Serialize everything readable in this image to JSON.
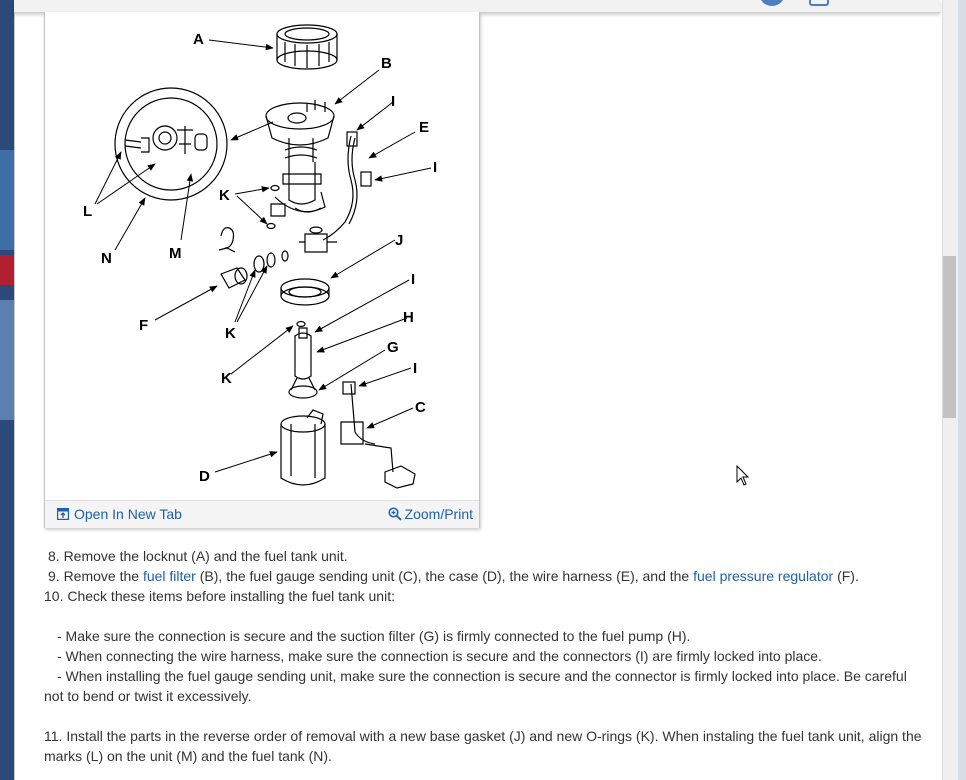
{
  "figure": {
    "callouts": [
      "A",
      "B",
      "I",
      "E",
      "I",
      "L",
      "K",
      "N",
      "M",
      "J",
      "I",
      "F",
      "K",
      "H",
      "G",
      "K",
      "I",
      "C",
      "D"
    ],
    "open_tab_label": "Open In New Tab",
    "zoom_label": "Zoom/Print"
  },
  "steps": {
    "s8": "8. Remove the locknut (A) and the fuel tank unit.",
    "s9_pre": "9. Remove the ",
    "s9_link1": "fuel filter",
    "s9_mid": " (B), the fuel gauge sending unit (C), the case (D), the wire harness (E), and the ",
    "s9_link2": "fuel pressure regulator",
    "s9_post": " (F).",
    "s10": "10. Check these items before installing the fuel tank unit:",
    "b1": "- Make sure the connection is secure and the suction filter (G) is firmly connected to the fuel pump (H).",
    "b2": "- When connecting the wire harness, make sure the connection is secure and the connectors (I) are firmly locked into place.",
    "b3": "- When installing the fuel gauge sending unit, make sure the connection is secure and the connector is firmly locked into place. Be careful not to bend or twist it excessively.",
    "s11": "11. Install the parts in the reverse order of removal with a new base gasket (J) and new O-rings (K). When instaling the fuel tank unit, align the marks (L) on the unit (M) and the fuel tank (N)."
  }
}
